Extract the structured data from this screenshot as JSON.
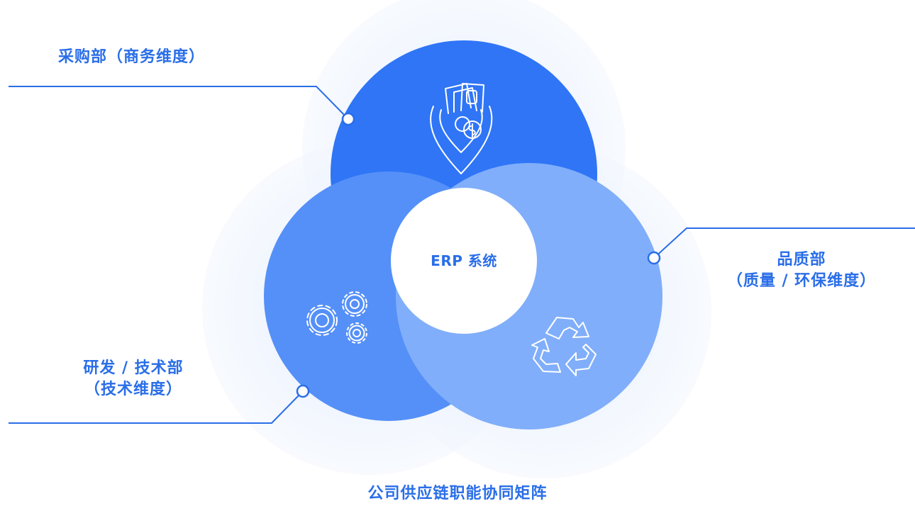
{
  "center": {
    "label": "ERP 系统"
  },
  "nodes": [
    {
      "id": "purchasing",
      "lines": [
        "采购部（商务维度）"
      ],
      "icon": "money-bag-icon",
      "color": "#2f75f6"
    },
    {
      "id": "quality",
      "lines": [
        "品质部",
        "（质量 / 环保维度）"
      ],
      "icon": "recycle-icon",
      "color": "#80aefa"
    },
    {
      "id": "rnd",
      "lines": [
        "研发 / 技术部",
        "（技术维度）"
      ],
      "icon": "gears-icon",
      "color": "#5590f8"
    }
  ],
  "caption": "公司供应链职能协同矩阵",
  "colors": {
    "accent": "#2a6ee8",
    "halo": "#eef3fd"
  }
}
